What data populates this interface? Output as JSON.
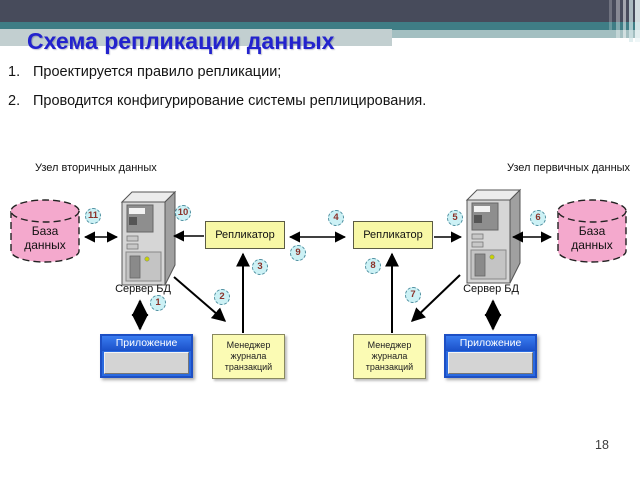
{
  "slide": {
    "title": "Схема репликации данных",
    "bullets": [
      {
        "num": "1.",
        "text": "Проектируется правило репликации;"
      },
      {
        "num": "2.",
        "text": "Проводится конфигурирование системы реплицирования."
      }
    ],
    "page_number": "18"
  },
  "diagram": {
    "secondary_node_label": "Узел вторичных данных",
    "primary_node_label": "Узел первичных данных",
    "db_left": {
      "line1": "База",
      "line2": "данных"
    },
    "db_right": {
      "line1": "База",
      "line2": "данных"
    },
    "replicator_left": "Репликатор",
    "replicator_right": "Репликатор",
    "server_left_label": "Сервер БД",
    "server_right_label": "Сервер БД",
    "log_manager_left": {
      "line1": "Менеджер",
      "line2": "журнала",
      "line3": "транзакций"
    },
    "log_manager_right": {
      "line1": "Менеджер",
      "line2": "журнала",
      "line3": "транзакций"
    },
    "app_left_title": "Приложение",
    "app_right_title": "Приложение",
    "markers": [
      {
        "num": "1"
      },
      {
        "num": "2"
      },
      {
        "num": "3"
      },
      {
        "num": "4"
      },
      {
        "num": "5"
      },
      {
        "num": "6"
      },
      {
        "num": "7"
      },
      {
        "num": "8"
      },
      {
        "num": "9"
      },
      {
        "num": "10"
      },
      {
        "num": "11"
      }
    ]
  },
  "colors": {
    "top_bar": "#474b5b",
    "teal_stripe": "#3f7d85",
    "light_stripe": "#a3bfc1",
    "title_blue": "#2323cd",
    "db_pink": "#f4a9cd",
    "box_yellow": "#f8f8a6",
    "app_blue": "#1d4fc4",
    "marker_fill": "#ccf1f5",
    "marker_text": "#8b322a"
  }
}
